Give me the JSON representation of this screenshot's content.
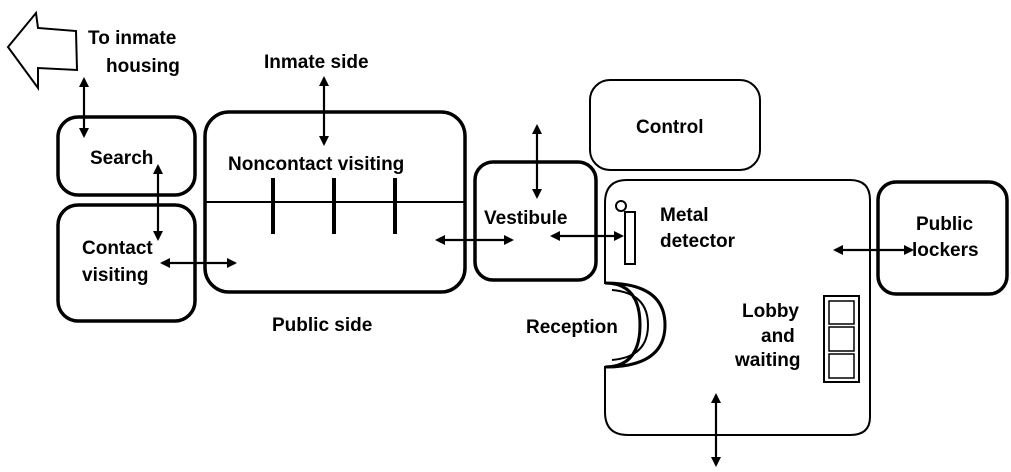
{
  "diagram": {
    "labels": {
      "to_inmate_housing_1": "To inmate",
      "to_inmate_housing_2": "housing",
      "inmate_side": "Inmate side",
      "search": "Search",
      "noncontact_visiting": "Noncontact visiting",
      "contact_visiting_1": "Contact",
      "contact_visiting_2": "visiting",
      "public_side": "Public side",
      "control": "Control",
      "vestibule": "Vestibule",
      "metal_detector_1": "Metal",
      "metal_detector_2": "detector",
      "public_lockers_1": "Public",
      "public_lockers_2": "lockers",
      "reception": "Reception",
      "lobby_1": "Lobby",
      "lobby_2": "and",
      "lobby_3": "waiting"
    }
  }
}
